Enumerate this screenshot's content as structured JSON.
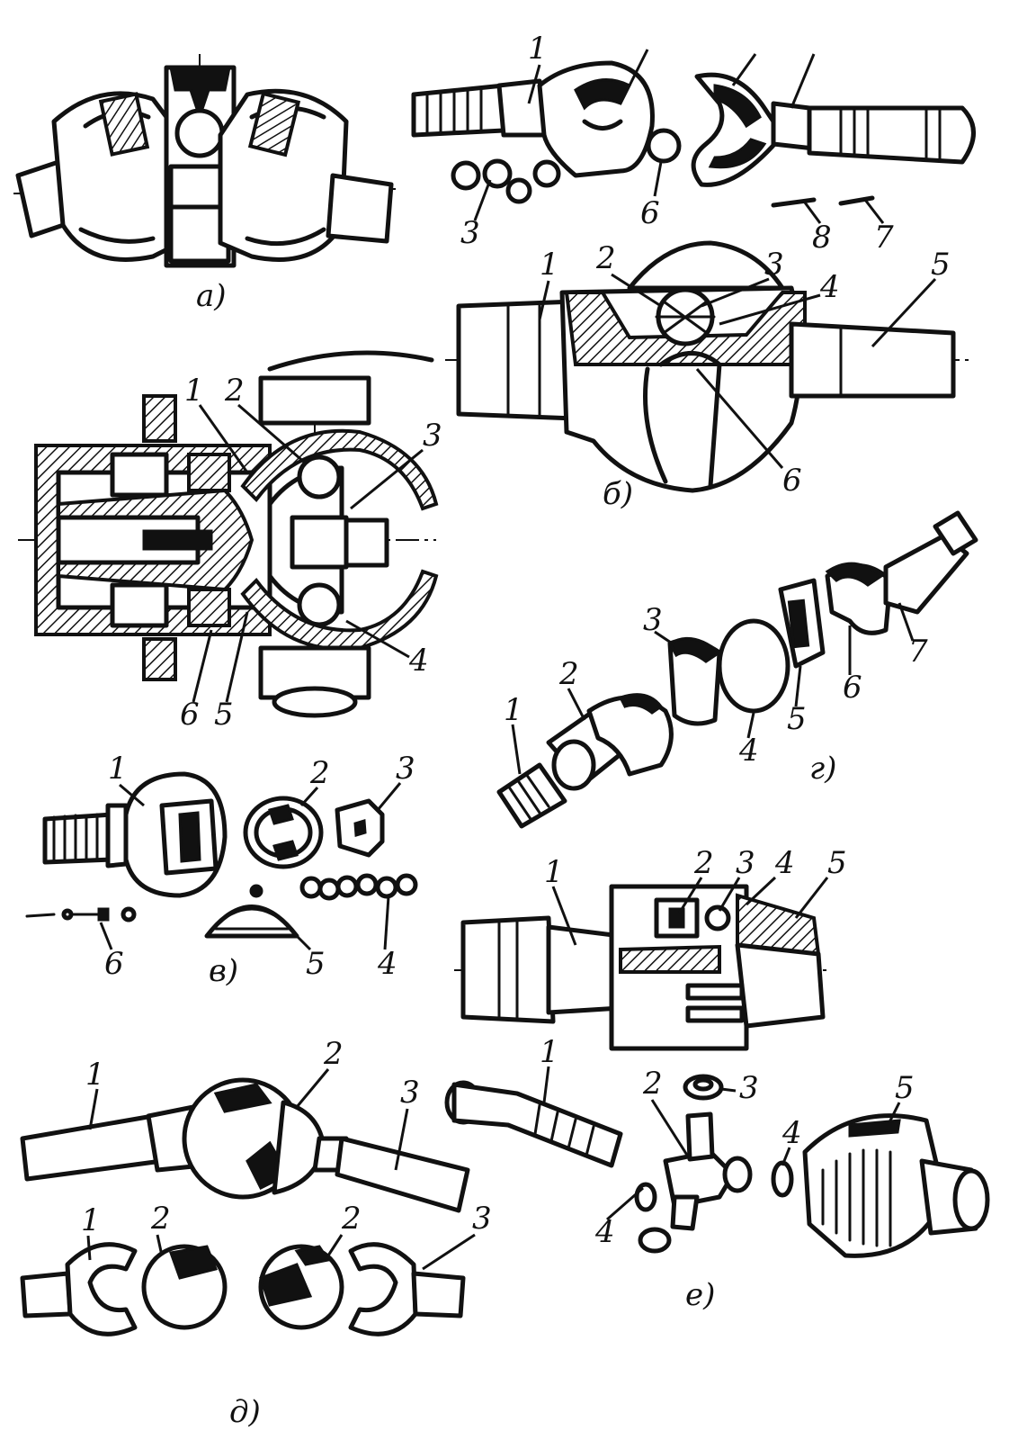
{
  "figure": {
    "panels": {
      "a": {
        "caption": "а)"
      },
      "b": {
        "caption": "б)",
        "labels": [
          "1",
          "2",
          "3",
          "4",
          "5",
          "6"
        ]
      },
      "b_exploded": {
        "labels": [
          "1",
          "3",
          "6",
          "8",
          "7"
        ]
      },
      "section": {
        "labels": [
          "1",
          "2",
          "3",
          "4",
          "5",
          "6"
        ]
      },
      "v": {
        "caption": "в)",
        "labels": [
          "1",
          "2",
          "3",
          "4",
          "5",
          "6"
        ]
      },
      "g": {
        "caption": "г)",
        "labels": [
          "1",
          "2",
          "3",
          "4",
          "5",
          "6",
          "7"
        ]
      },
      "d": {
        "caption": "д)",
        "labels": [
          "1",
          "2",
          "3",
          "1",
          "2",
          "2",
          "3"
        ]
      },
      "e": {
        "caption": "е)",
        "labels": [
          "1",
          "2",
          "3",
          "4",
          "5"
        ]
      },
      "e_exploded": {
        "labels": [
          "1",
          "2",
          "3",
          "4",
          "4",
          "5"
        ]
      }
    }
  }
}
